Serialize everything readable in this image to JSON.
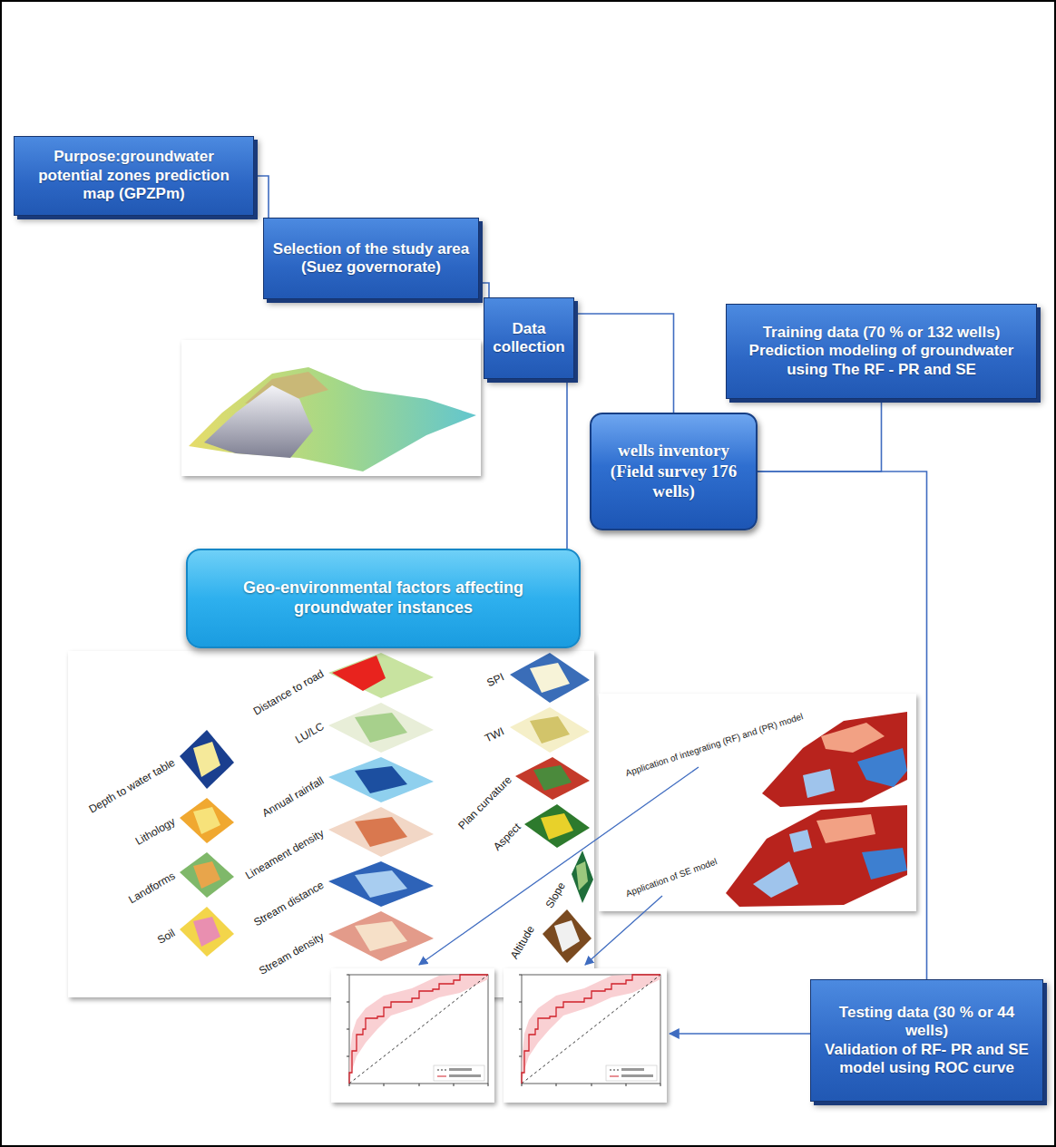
{
  "diagram": {
    "nodes": [
      {
        "text": [
          "Purpose:groundwater potential zones prediction map (GPZPm)"
        ]
      },
      {
        "text": [
          "Selection of the study area",
          "(Suez governorate)"
        ]
      },
      {
        "text": [
          "Data collection"
        ]
      },
      {
        "text": [
          "Training data (70 % or 132 wells)",
          "Prediction modeling of groundwater using The RF - PR and SE"
        ]
      },
      {
        "text": [
          "wells inventory",
          "(Field survey 176 wells)"
        ]
      },
      {
        "text": [
          "Geo-environmental factors affecting groundwater instances"
        ]
      },
      {
        "text": [
          "Testing data (30 % or 44 wells)",
          "Validation of RF- PR and SE model using ROC curve"
        ]
      }
    ],
    "edges": [
      {
        "from": 0,
        "to": 1,
        "arrow": "none"
      },
      {
        "from": 1,
        "to": 2,
        "arrow": "none"
      },
      {
        "from": 2,
        "to": 4,
        "arrow": "none"
      },
      {
        "from": 2,
        "to": 5,
        "arrow": "none"
      },
      {
        "from": 4,
        "to": 3,
        "arrow": "none"
      },
      {
        "from": 4,
        "to": 6,
        "arrow": "none"
      }
    ],
    "labels": [
      "Depth to water table",
      "Lithology",
      "Landforms",
      "Soil",
      "Distance to road",
      "LU/LC",
      "Annual rainfall",
      "Lineament density",
      "Stream distance",
      "Stream density",
      "SPI",
      "TWI",
      "Plan curvature",
      "Aspect",
      "Slope",
      "Altitude",
      "Application of integrating (RF) and (PR) model",
      "Application of SE model"
    ]
  }
}
